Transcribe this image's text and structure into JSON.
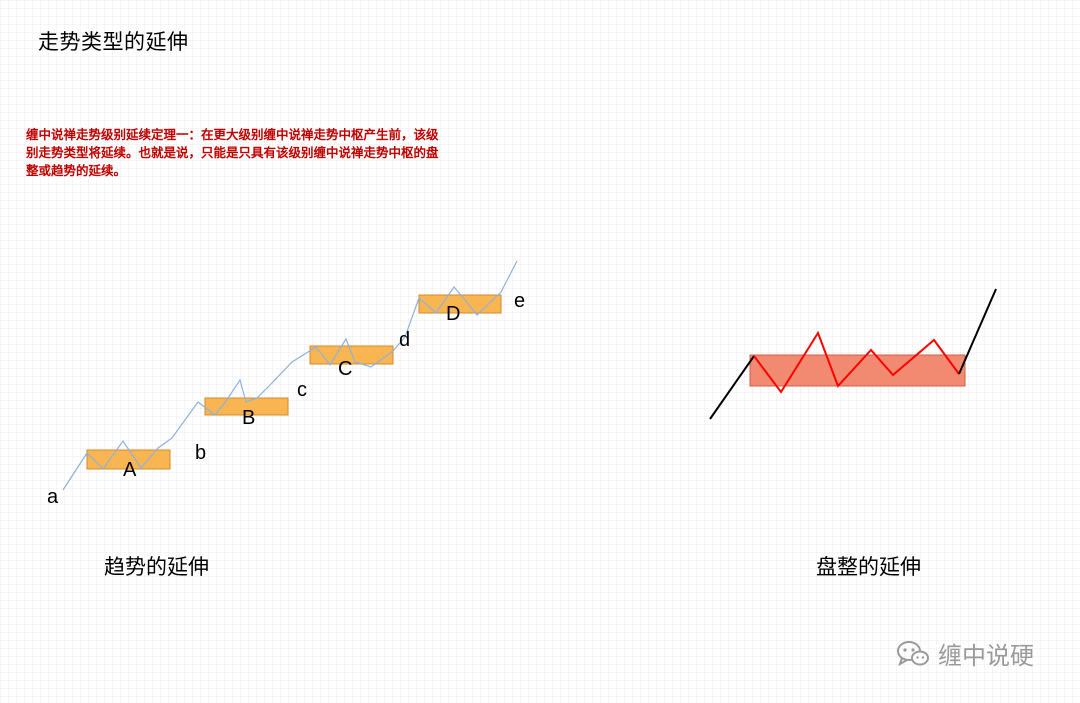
{
  "title": "走势类型的延伸",
  "theorem": "缠中说禅走势级别延续定理一：在更大级别缠中说禅走势中枢产生前，该级别走势类型将延续。也就是说，只能是只具有该级别缠中说禅走势中枢的盘整或趋势的延续。",
  "trend_diagram": {
    "caption": "趋势的延伸",
    "pivot_labels": [
      "A",
      "B",
      "C",
      "D"
    ],
    "segment_labels": [
      "a",
      "b",
      "c",
      "d",
      "e"
    ],
    "pivot_color": "#f9b552",
    "line_color": "#8eb1de"
  },
  "range_diagram": {
    "caption": "盘整的延伸",
    "box_color": "#f28a72",
    "zigzag_color": "#ff0000",
    "line_color": "#000000"
  },
  "watermark": {
    "text": "缠中说硬",
    "icon": "wechat-icon"
  }
}
